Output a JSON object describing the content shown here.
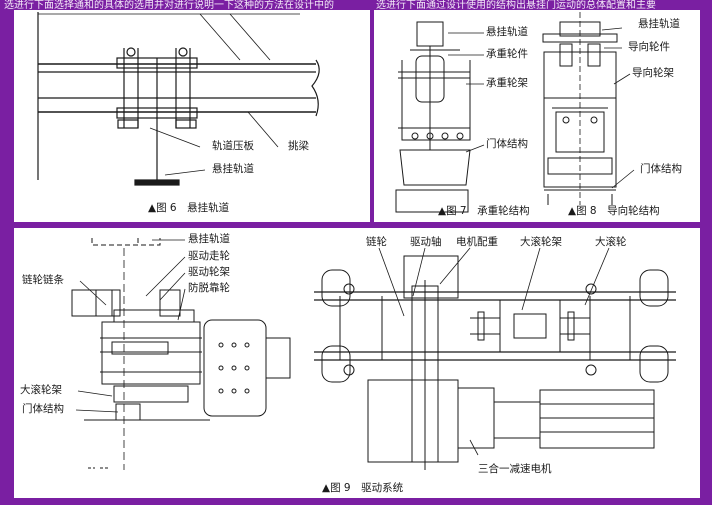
{
  "top_text": {
    "left": "选进行下面选择通和的具体的选用并对进行说明一下这种的方法在设计中的",
    "right": "选进行下面通过设计使用的结构出悬挂门运动的总体配置和主要"
  },
  "fig6": {
    "caption": "▲图 6　悬挂轨道",
    "labels": {
      "clamp": "轨道压板",
      "beam": "挑梁",
      "rail": "悬挂轨道"
    }
  },
  "fig7": {
    "caption": "▲图 7　承重轮结构",
    "labels": {
      "rail": "悬挂轨道",
      "wheel": "承重轮件",
      "frame": "承重轮架",
      "door": "门体结构"
    }
  },
  "fig8": {
    "caption": "▲图 8　导向轮结构",
    "labels": {
      "rail": "悬挂轨道",
      "wheel": "导向轮件",
      "frame": "导向轮架",
      "door": "门体结构"
    }
  },
  "fig9": {
    "caption": "▲图 9　驱动系统",
    "labels": {
      "rail": "悬挂轨道",
      "drive_wheel": "驱动走轮",
      "drive_frame": "驱动轮架",
      "anti_derail": "防脱靠轮",
      "chain": "链轮链条",
      "big_frame_left": "大滚轮架",
      "door": "门体结构",
      "sprocket": "链轮",
      "shaft": "驱动轴",
      "counterweight": "电机配重",
      "big_frame": "大滚轮架",
      "big_wheel": "大滚轮",
      "motor": "三合一减速电机"
    }
  },
  "colors": {
    "frame": "#7a1fa2",
    "ink": "#1a1a1a",
    "paper": "#ffffff"
  }
}
